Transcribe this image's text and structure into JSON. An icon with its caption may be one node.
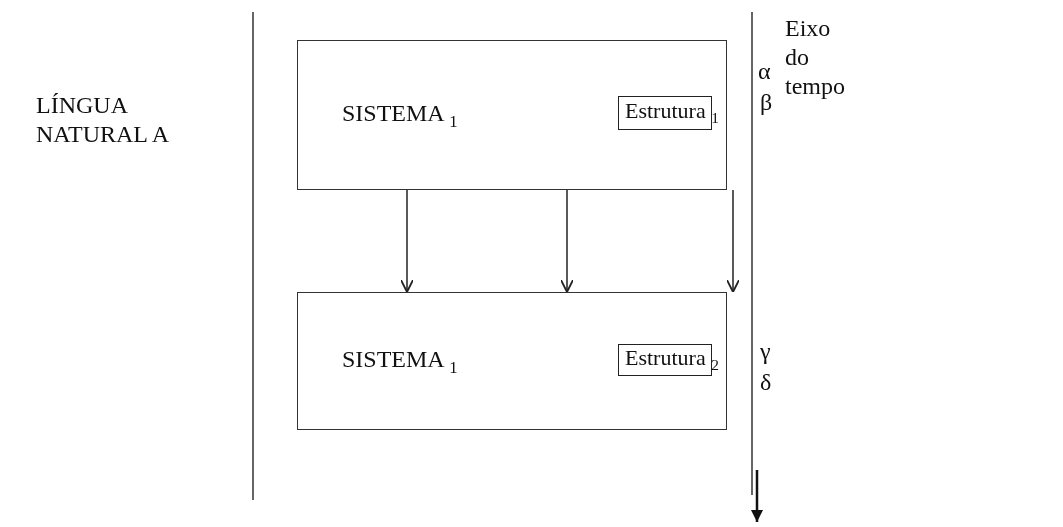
{
  "diagram": {
    "nodes": [
      {
        "text": [
          "LÍNGUA NATURAL A"
        ]
      },
      {
        "text": [
          "SISTEMA $_{1}$"
        ]
      },
      {
        "text": [
          "Estrutura $_{1}$"
        ],
        "in": 1
      },
      {
        "text": [
          "SISTEMA $_{1}$"
        ]
      },
      {
        "text": [
          "Estrutura $_{2}$"
        ],
        "in": 3
      }
    ],
    "edges": [
      {
        "from": 1,
        "to": 3,
        "arrow": "to"
      },
      {
        "from": 1,
        "to": 3,
        "arrow": "to"
      },
      {
        "from": 1,
        "to": 3,
        "arrow": "to"
      }
    ],
    "labels": [
      "Eixo do tempo",
      "α",
      "β",
      "γ",
      "δ"
    ]
  }
}
